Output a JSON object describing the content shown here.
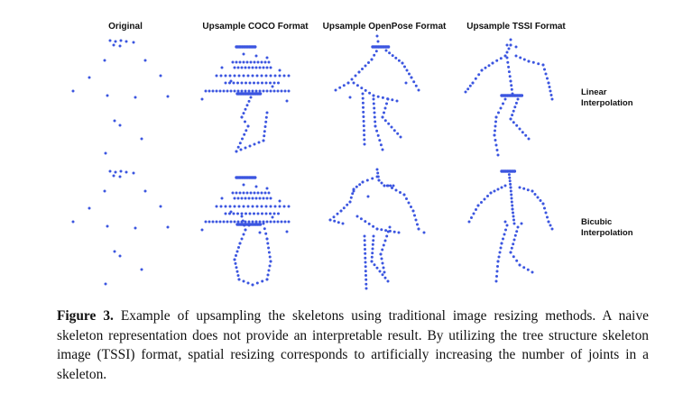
{
  "figure": {
    "columns": [
      "Original",
      "Upsample COCO Format",
      "Upsample OpenPose Format",
      "Upsample TSSI Format"
    ],
    "rows": [
      {
        "line1": "Linear",
        "line2": "Interpolation"
      },
      {
        "line1": "Bicubic",
        "line2": "Interpolation"
      }
    ],
    "dot_color": "#3b55e0"
  },
  "caption": {
    "label": "Figure 3.",
    "text": "Example of upsampling the skeletons using traditional image resizing methods. A naive skeleton representation does not provide an interpretable result. By utilizing the tree structure skeleton image (TSSI) format, spatial resizing corresponds to artificially increasing the number of joints in a skeleton."
  }
}
